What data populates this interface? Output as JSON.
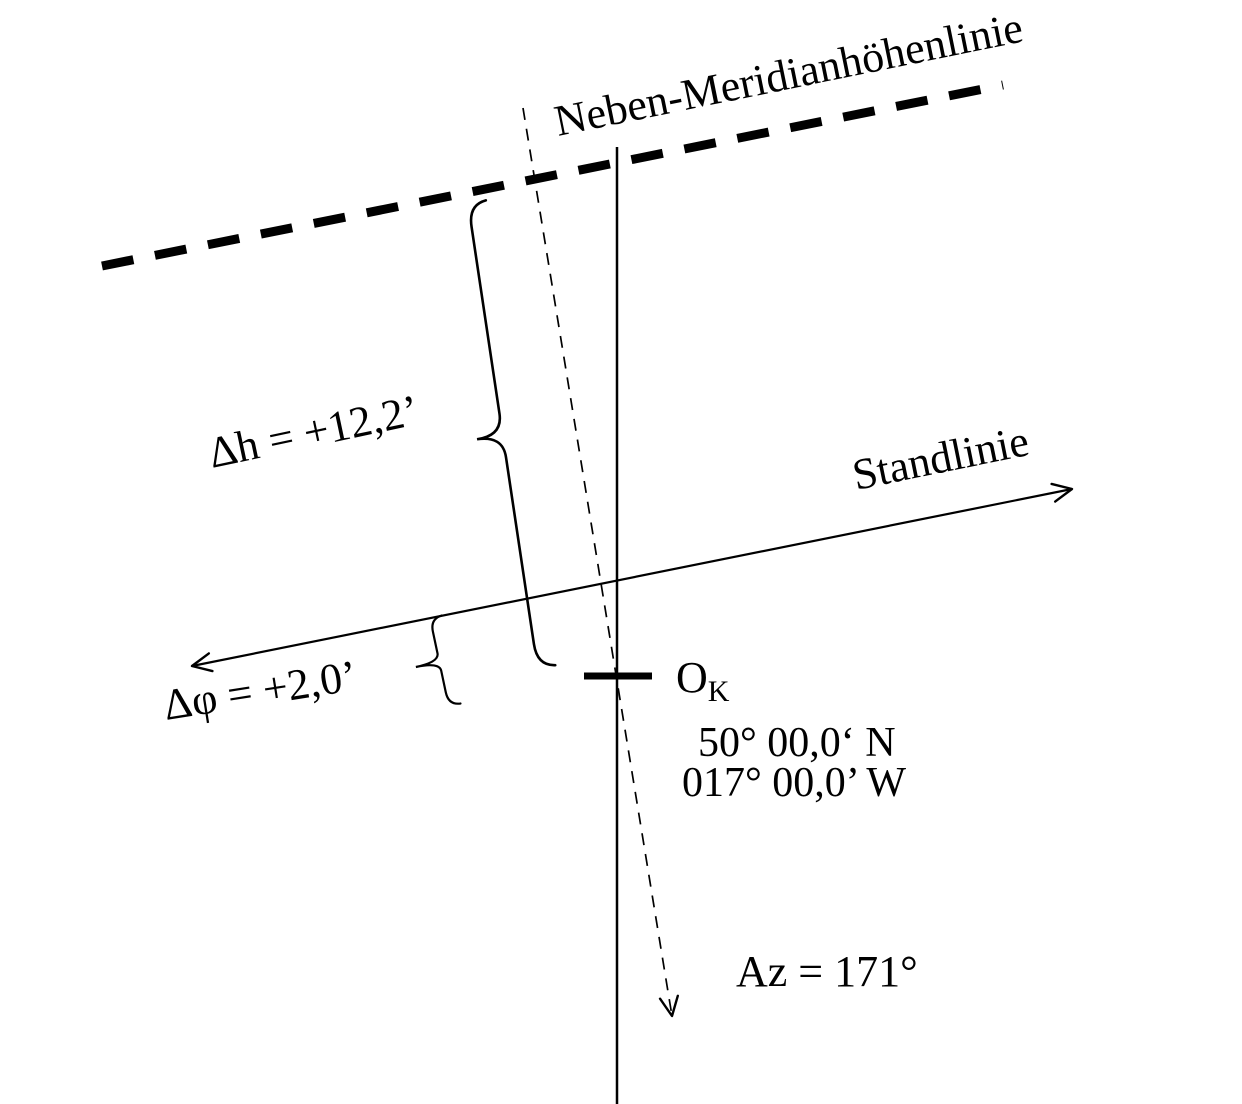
{
  "figure": {
    "background": "#ffffff",
    "ink": "#000000",
    "labels": {
      "neben_meridian": "Neben-Meridianhöhenlinie",
      "standlinie": "Standlinie",
      "delta_h": "Δh = +12,2’",
      "delta_phi": "Δφ = +2,0’",
      "position_o": "O",
      "position_k": "K",
      "latitude": "50° 00,0‘ N",
      "longitude": "017° 00,0’ W",
      "azimuth": "Az = 171°"
    },
    "lines": {
      "neben_meridian_style": "thick-dashed",
      "azimuth_style": "thin-dashed",
      "standlinie_style": "solid-double-arrow",
      "meridian_style": "solid-vertical"
    }
  }
}
